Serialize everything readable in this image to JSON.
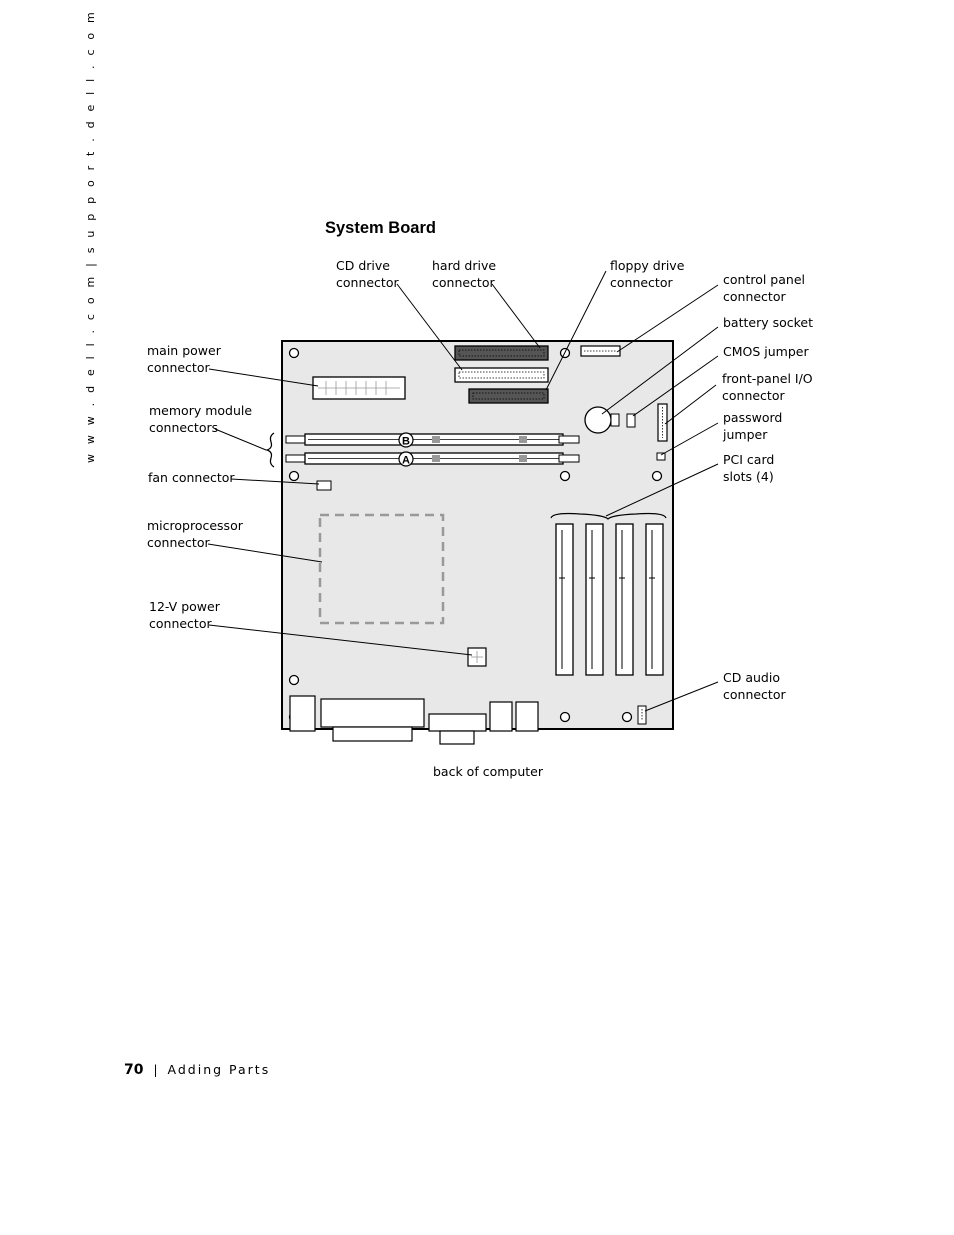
{
  "sidebar": {
    "url_text": "w w w . d e l l . c o m   |   s u p p o r t . d e l l . c o m"
  },
  "figure": {
    "title": "System Board",
    "labels": {
      "cd_drive_connector": [
        "CD drive",
        "connector"
      ],
      "hard_drive_connector": [
        "hard drive",
        "connector"
      ],
      "floppy_drive_connector": [
        "floppy drive",
        "connector"
      ],
      "control_panel_connector": [
        "control panel",
        "connector"
      ],
      "battery_socket": [
        "battery socket"
      ],
      "cmos_jumper": [
        "CMOS jumper"
      ],
      "front_panel_io_connector": [
        "front-panel I/O",
        "connector"
      ],
      "password_jumper": [
        "password",
        "jumper"
      ],
      "pci_card_slots": [
        "PCI card",
        "slots (4)"
      ],
      "cd_audio_connector": [
        "CD audio",
        "connector"
      ],
      "main_power_connector": [
        "main power",
        "connector"
      ],
      "memory_module_connectors": [
        "memory module",
        "connectors"
      ],
      "fan_connector": [
        "fan connector"
      ],
      "microprocessor_connector": [
        "microprocessor",
        "connector"
      ],
      "twelve_v_power_connector": [
        "12-V power",
        "connector"
      ]
    },
    "slot_labels": {
      "b": "B",
      "a": "A"
    },
    "back_label": "back of computer"
  },
  "footer": {
    "page_number": "70",
    "separator": "|",
    "section": "Adding Parts"
  }
}
